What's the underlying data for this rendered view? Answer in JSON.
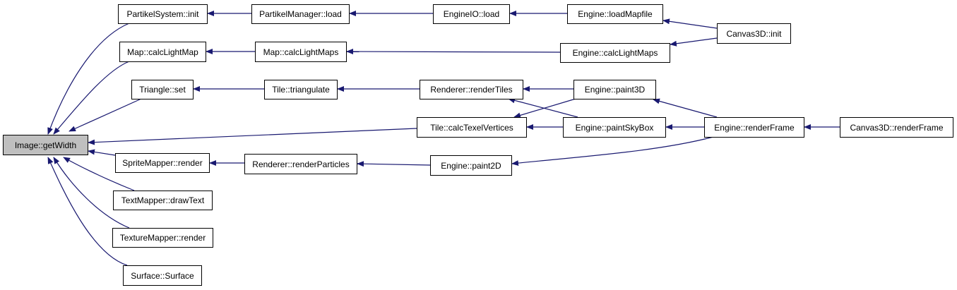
{
  "graph": {
    "root": "Image::getWidth",
    "nodes": {
      "getWidth": "Image::getWidth",
      "psInit": "PartikelSystem::init",
      "mapCalcLightMap": "Map::calcLightMap",
      "triSet": "Triangle::set",
      "spriteRender": "SpriteMapper::render",
      "textDraw": "TextMapper::drawText",
      "textureRender": "TextureMapper::render",
      "surface": "Surface::Surface",
      "pmLoad": "PartikelManager::load",
      "mapCalcLightMaps": "Map::calcLightMaps",
      "tileTri": "Tile::triangulate",
      "renderParticles": "Renderer::renderParticles",
      "engineIOLoad": "EngineIO::load",
      "loadMapfile": "Engine::loadMapfile",
      "canvasInit": "Canvas3D::init",
      "engCalcLightMaps": "Engine::calcLightMaps",
      "renderTiles": "Renderer::renderTiles",
      "calcTexel": "Tile::calcTexelVertices",
      "paint3D": "Engine::paint3D",
      "paintSky": "Engine::paintSkyBox",
      "renderFrame": "Engine::renderFrame",
      "canvasRenderFrame": "Canvas3D::renderFrame",
      "paint2D": "Engine::paint2D"
    },
    "edge_color": "#191970",
    "root_fill": "#bfbfbf"
  }
}
